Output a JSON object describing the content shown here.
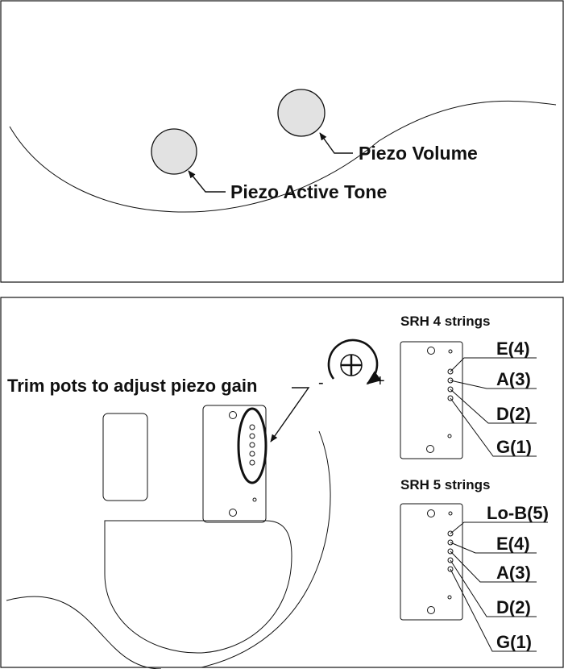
{
  "top_panel": {
    "labels": {
      "piezo_volume": "Piezo Volume",
      "piezo_active_tone": "Piezo Active Tone"
    }
  },
  "bottom_panel": {
    "labels": {
      "trim_pots": "Trim pots to adjust piezo gain",
      "minus": "-",
      "plus": "+"
    },
    "srh4": {
      "title": "SRH 4 strings",
      "strings": [
        "E(4)",
        "A(3)",
        "D(2)",
        "G(1)"
      ]
    },
    "srh5": {
      "title": "SRH 5 strings",
      "strings": [
        "Lo-B(5)",
        "E(4)",
        "A(3)",
        "D(2)",
        "G(1)"
      ]
    }
  },
  "colors": {
    "line": "#111111",
    "knob_fill": "#e2e2e2",
    "background": "#ffffff"
  }
}
